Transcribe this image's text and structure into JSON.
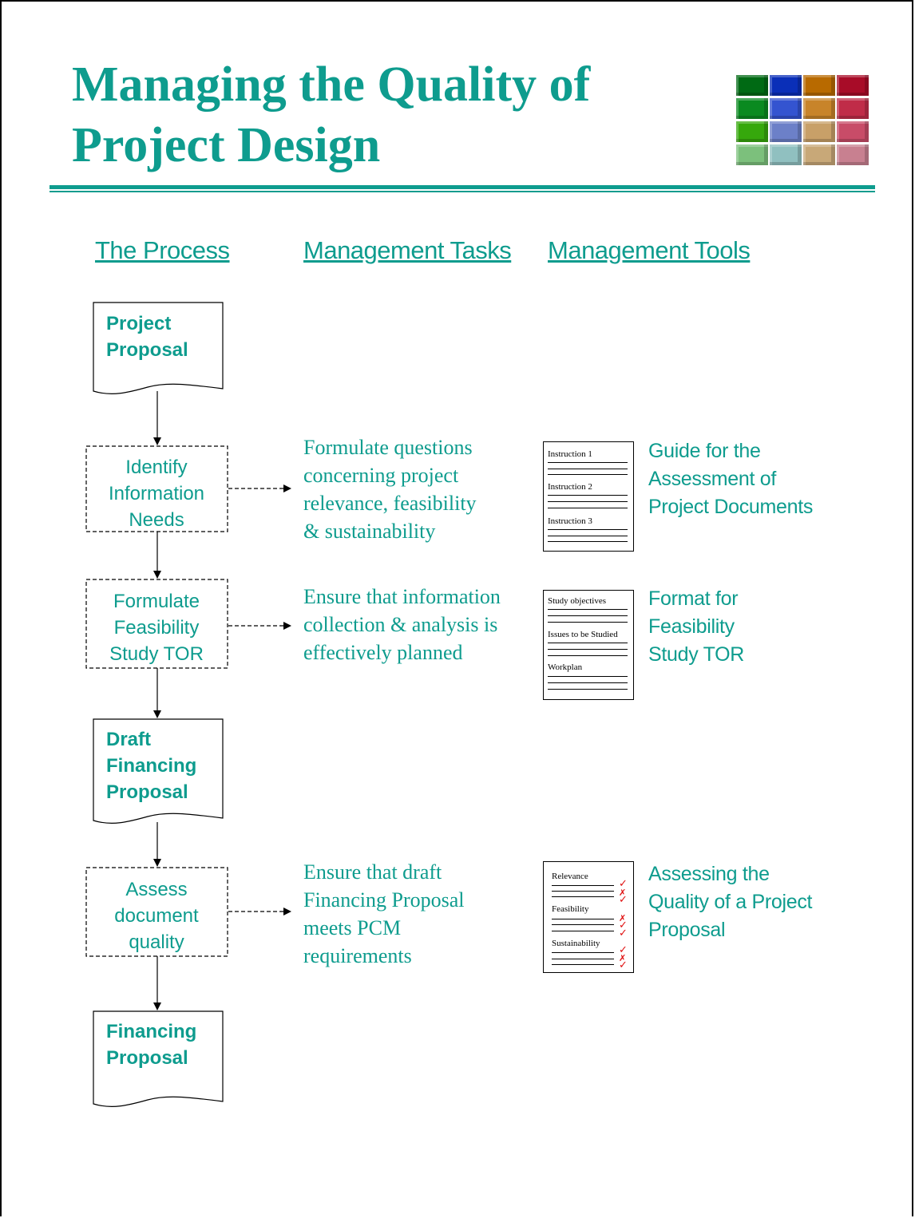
{
  "title": {
    "line1": "Managing the Quality of",
    "line2": "Project Design"
  },
  "columns": {
    "process": "The Process",
    "tasks": "Management Tasks",
    "tools": "Management Tools"
  },
  "process": {
    "doc_project_proposal": [
      "Project",
      "Proposal"
    ],
    "step_identify": [
      "Identify",
      "Information",
      "Needs"
    ],
    "step_formulate": [
      "Formulate",
      "Feasibility",
      "Study TOR"
    ],
    "doc_draft_financing": [
      "Draft",
      "Financing",
      "Proposal"
    ],
    "step_assess": [
      "Assess",
      "document",
      "quality"
    ],
    "doc_financing": [
      "Financing",
      "Proposal"
    ]
  },
  "tasks": {
    "identify": [
      "Formulate questions",
      "concerning project",
      "relevance, feasibility",
      "& sustainability"
    ],
    "formulate": [
      "Ensure that information",
      "collection & analysis is",
      "effectively planned"
    ],
    "assess": [
      "Ensure that draft",
      "Financing Proposal",
      "meets PCM",
      "requirements"
    ]
  },
  "tools": {
    "guide": [
      "Guide for the",
      "Assessment of",
      "Project Documents"
    ],
    "format": [
      "Format for",
      "Feasibility",
      "Study TOR"
    ],
    "assessing": [
      "Assessing the",
      "Quality of a Project",
      "Proposal"
    ]
  },
  "thumbnails": {
    "guide": [
      "Instruction 1",
      "Instruction 2",
      "Instruction 3"
    ],
    "format": [
      "Study objectives",
      "Issues to be Studied",
      "Workplan"
    ],
    "assessing": [
      "Relevance",
      "Feasibility",
      "Sustainability"
    ]
  },
  "logo_colors": {
    "row1": [
      "#006a14",
      "#0a2fb8",
      "#b86a00",
      "#a80c28"
    ],
    "row2": [
      "#0a8a20",
      "#3454d0",
      "#c8842a",
      "#c02c48"
    ],
    "row3": [
      "#36a80c",
      "#6c80c8",
      "#c8a068",
      "#c84c68"
    ],
    "row4": [
      "#7cc07c",
      "#90c0c0",
      "#c8a878",
      "#c88090"
    ]
  },
  "colors": {
    "accent": "#0e9c8e",
    "check": "#e01010"
  }
}
